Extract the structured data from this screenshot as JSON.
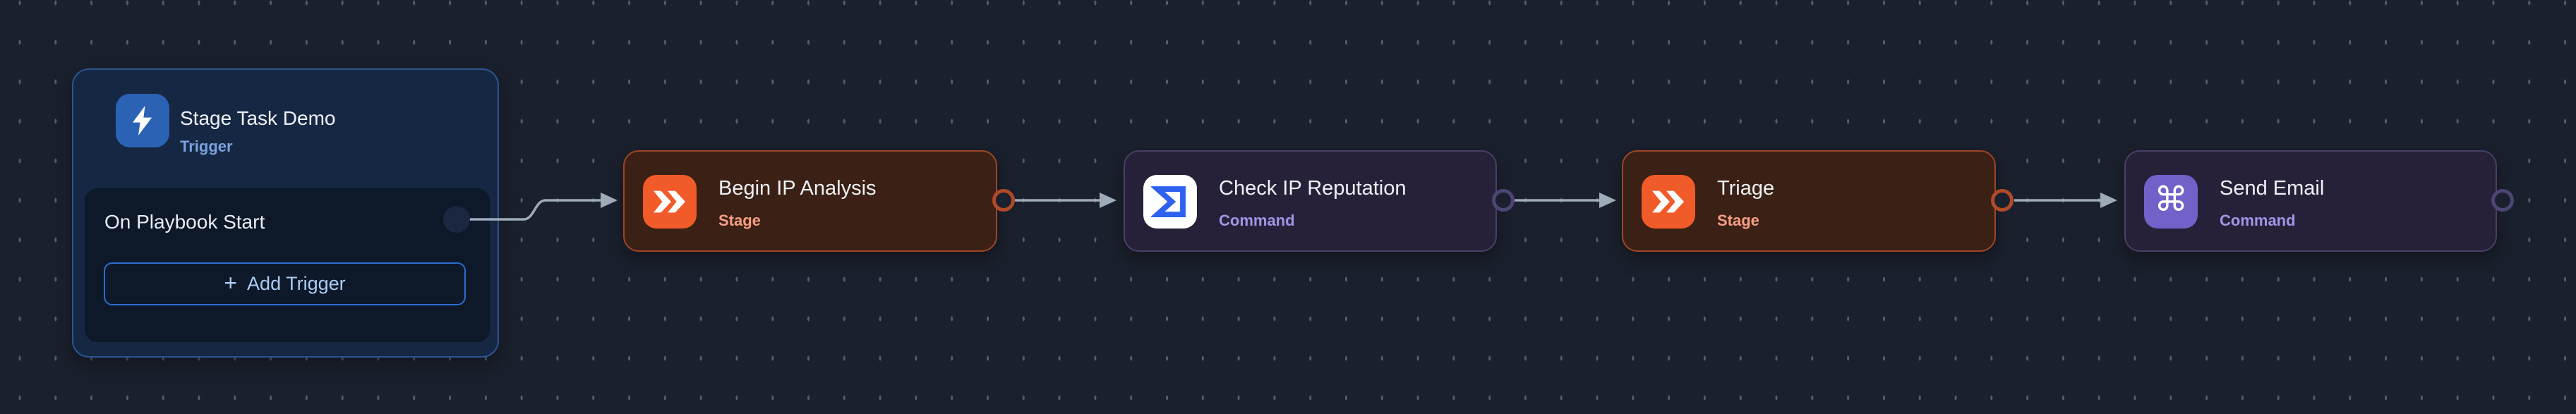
{
  "canvas": {
    "background_color": "#1a202d",
    "grid_dot_color": "#9aa6ba"
  },
  "trigger_card": {
    "title": "Stage Task Demo",
    "type_label": "Trigger",
    "icon": "lightning-bolt-icon",
    "items": [
      {
        "label": "On Playbook Start"
      }
    ],
    "add_button": {
      "plus_glyph": "+",
      "label": "Add Trigger"
    },
    "accent_color": "#2b62b4",
    "border_color": "#2c5490"
  },
  "nodes": [
    {
      "title": "Begin IP Analysis",
      "type_label": "Stage",
      "kind": "stage",
      "icon": "double-chevron-icon",
      "accent_color": "#f15a29",
      "border_color": "#a04526"
    },
    {
      "title": "Check IP Reputation",
      "type_label": "Command",
      "kind": "command",
      "icon": "sigma-icon",
      "accent_color": "#2e62ee",
      "border_color": "#484066"
    },
    {
      "title": "Triage",
      "type_label": "Stage",
      "kind": "stage",
      "icon": "double-chevron-icon",
      "accent_color": "#f15a29",
      "border_color": "#a04526"
    },
    {
      "title": "Send Email",
      "type_label": "Command",
      "kind": "command",
      "icon": "command-icon",
      "icon_glyph": "⌘",
      "accent_color": "#7261c9",
      "border_color": "#484066"
    }
  ],
  "connections": [
    {
      "from": "On Playbook Start",
      "to": "Begin IP Analysis"
    },
    {
      "from": "Begin IP Analysis",
      "to": "Check IP Reputation"
    },
    {
      "from": "Check IP Reputation",
      "to": "Triage"
    },
    {
      "from": "Triage",
      "to": "Send Email"
    }
  ],
  "wire_color": "#9fabba",
  "port_colors": {
    "stage": "#b04a27",
    "command": "#4d4574",
    "trigger": "#1b2740"
  }
}
